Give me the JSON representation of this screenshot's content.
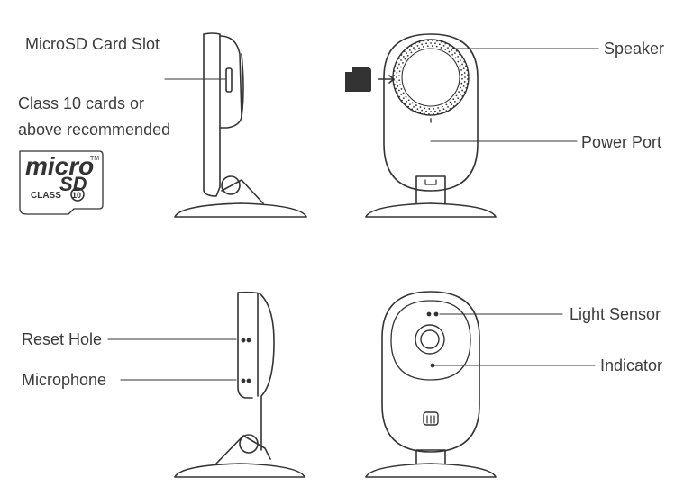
{
  "labels": {
    "microsd_card_slot": "MicroSD Card Slot",
    "class10_line1": "Class 10 cards or",
    "class10_line2": "above recommended",
    "speaker": "Speaker",
    "power_port": "Power Port",
    "reset_hole": "Reset Hole",
    "microphone": "Microphone",
    "light_sensor": "Light Sensor",
    "indicator": "Indicator"
  },
  "microsd_logo": {
    "word_micro": "micro",
    "word_sd": "SD",
    "class_text": "CLASS",
    "class_number": "10",
    "trademark": "TM"
  },
  "colors": {
    "line": "#333333",
    "text": "#3c3c3c",
    "card_fill": "#333333"
  }
}
